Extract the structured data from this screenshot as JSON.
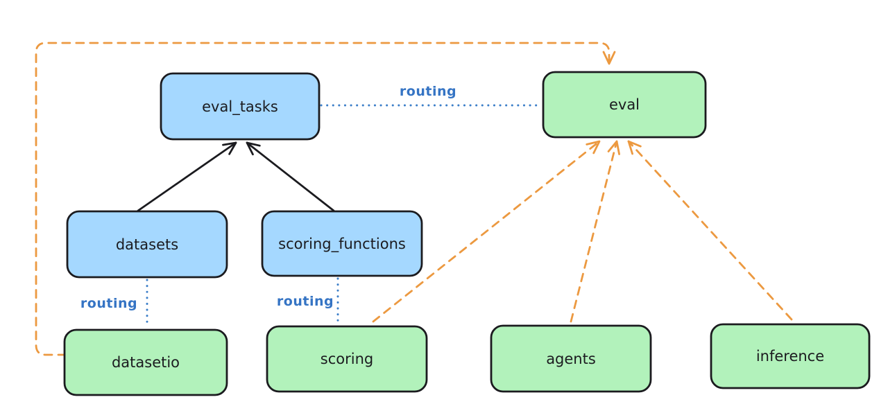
{
  "colors": {
    "background": "#ffffff",
    "node-stroke": "#1b1b1f",
    "blue-node-fill": "#a5d8ff",
    "green-node-fill": "#b2f2bb",
    "node-text": "#1b1b1f",
    "black-edge": "#1b1b1f",
    "blue-edge": "#3b7ec8",
    "routing-text": "#3574c4",
    "orange-edge": "#ec9940"
  },
  "nodes": {
    "eval_tasks": {
      "label": "eval_tasks",
      "fill": "blue"
    },
    "eval": {
      "label": "eval",
      "fill": "green"
    },
    "datasets": {
      "label": "datasets",
      "fill": "blue"
    },
    "scoring_functions": {
      "label": "scoring_functions",
      "fill": "blue"
    },
    "datasetio": {
      "label": "datasetio",
      "fill": "green"
    },
    "scoring": {
      "label": "scoring",
      "fill": "green"
    },
    "agents": {
      "label": "agents",
      "fill": "green"
    },
    "inference": {
      "label": "inference",
      "fill": "green"
    }
  },
  "edges": {
    "eval_tasks_to_eval": {
      "from": "eval_tasks",
      "to": "eval",
      "label": "routing",
      "style": "dotted-blue"
    },
    "datasets_to_datasetio": {
      "from": "datasets",
      "to": "datasetio",
      "label": "routing",
      "style": "dotted-blue"
    },
    "scoring_functions_to_scoring": {
      "from": "scoring_functions",
      "to": "scoring",
      "label": "routing",
      "style": "dotted-blue"
    },
    "datasets_to_eval_tasks": {
      "from": "datasets",
      "to": "eval_tasks",
      "style": "solid-black-arrow"
    },
    "scoring_functions_to_eval_tasks": {
      "from": "scoring_functions",
      "to": "eval_tasks",
      "style": "solid-black-arrow"
    },
    "scoring_to_eval": {
      "from": "scoring",
      "to": "eval",
      "style": "dashed-orange-arrow"
    },
    "agents_to_eval": {
      "from": "agents",
      "to": "eval",
      "style": "dashed-orange-arrow"
    },
    "inference_to_eval": {
      "from": "inference",
      "to": "eval",
      "style": "dashed-orange-arrow"
    },
    "datasetio_to_eval": {
      "from": "datasetio",
      "to": "eval",
      "style": "dashed-orange-arrow",
      "route": "around-left-and-top"
    }
  }
}
